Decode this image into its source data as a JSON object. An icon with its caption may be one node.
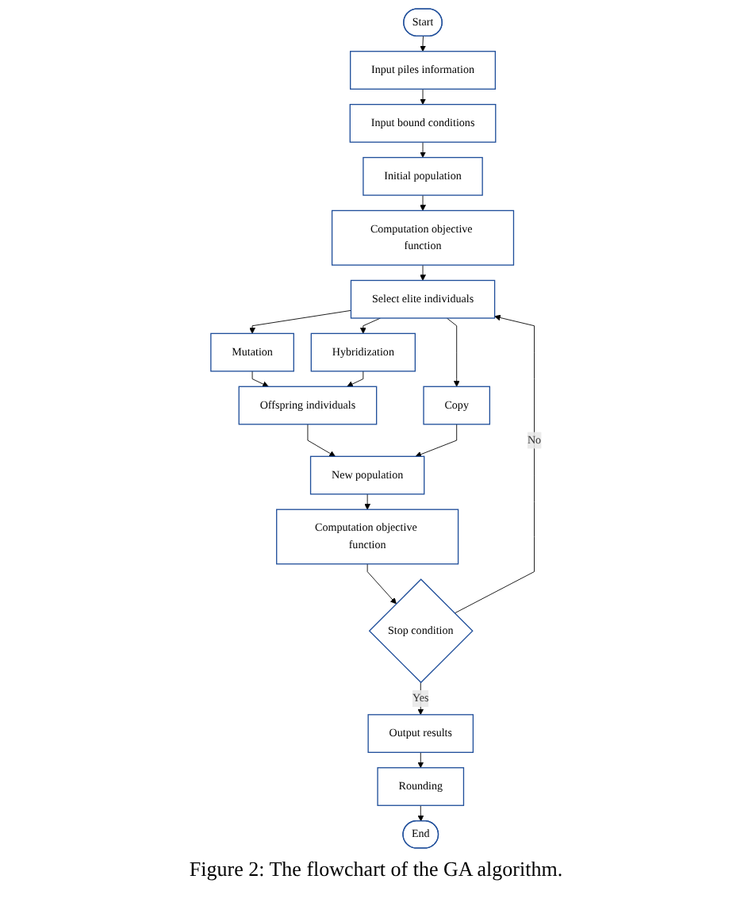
{
  "diagram": {
    "caption": "Figure 2: The flowchart of the GA algorithm.",
    "nodes": [
      {
        "text": [
          "Start"
        ]
      },
      {
        "text": [
          "Input piles information"
        ]
      },
      {
        "text": [
          "Input bound conditions"
        ]
      },
      {
        "text": [
          "Initial population"
        ]
      },
      {
        "text": [
          "Computation objective function"
        ]
      },
      {
        "text": [
          "Select elite individuals"
        ]
      },
      {
        "text": [
          "Mutation"
        ]
      },
      {
        "text": [
          "Hybridization"
        ]
      },
      {
        "text": [
          "Copy"
        ]
      },
      {
        "text": [
          "Offspring individuals"
        ]
      },
      {
        "text": [
          "New population"
        ]
      },
      {
        "text": [
          "Computation objective function"
        ]
      },
      {
        "text": [
          "Stop condition"
        ]
      },
      {
        "text": [
          "Output results"
        ]
      },
      {
        "text": [
          "Rounding"
        ]
      },
      {
        "text": [
          "End"
        ]
      }
    ],
    "edges": [
      {
        "from": 0,
        "to": 1,
        "arrow": "to"
      },
      {
        "from": 1,
        "to": 2,
        "arrow": "to"
      },
      {
        "from": 2,
        "to": 3,
        "arrow": "to"
      },
      {
        "from": 3,
        "to": 4,
        "arrow": "to"
      },
      {
        "from": 4,
        "to": 5,
        "arrow": "to"
      },
      {
        "from": 5,
        "to": 6,
        "arrow": "to"
      },
      {
        "from": 5,
        "to": 7,
        "arrow": "to"
      },
      {
        "from": 5,
        "to": 8,
        "arrow": "to"
      },
      {
        "from": 6,
        "to": 9,
        "arrow": "to"
      },
      {
        "from": 7,
        "to": 9,
        "arrow": "to"
      },
      {
        "from": 9,
        "to": 10,
        "arrow": "to"
      },
      {
        "from": 8,
        "to": 10,
        "arrow": "to"
      },
      {
        "from": 10,
        "to": 11,
        "arrow": "to"
      },
      {
        "from": 11,
        "to": 12,
        "arrow": "to"
      },
      {
        "from": 12,
        "to": 13,
        "label": "Yes",
        "arrow": "to"
      },
      {
        "from": 13,
        "to": 14,
        "arrow": "to"
      },
      {
        "from": 14,
        "to": 15,
        "arrow": "to"
      },
      {
        "from": 12,
        "to": 5,
        "label": "No",
        "arrow": "to"
      }
    ]
  }
}
